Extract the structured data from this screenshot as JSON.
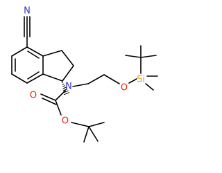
{
  "molecule": {
    "atoms": {
      "nitrile_n": {
        "symbol": "N",
        "color": "#3333cc"
      },
      "carbamate_n": {
        "symbol": "N",
        "color": "#3333cc"
      },
      "ether_o": {
        "symbol": "O",
        "color": "#e8250c"
      },
      "carbonyl_o": {
        "symbol": "O",
        "color": "#e8250c"
      },
      "ester_o": {
        "symbol": "O",
        "color": "#e8250c"
      },
      "silicon": {
        "symbol": "Si",
        "color": "#f0a000"
      }
    },
    "stereo": {
      "c1": "hashed-wedge"
    }
  }
}
